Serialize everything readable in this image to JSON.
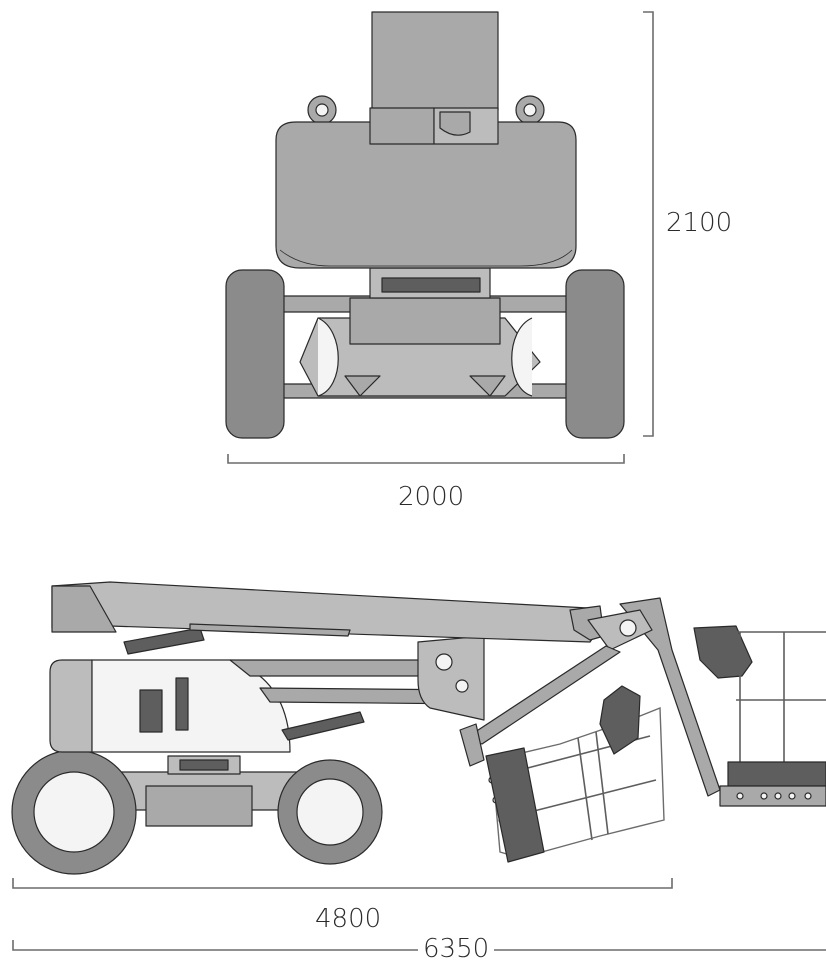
{
  "dimensions": {
    "height": "2100",
    "width": "2000",
    "length": "4800",
    "reach": "6350"
  },
  "colors": {
    "body_fill": "#a9a9a9",
    "body_fill_light": "#bcbcbc",
    "tire": "#8b8b8b",
    "dark_part": "#5e5e5e",
    "outline": "#2a2a2a",
    "dimension_line": "#6c6c6c",
    "white_panel": "#f4f4f4"
  }
}
